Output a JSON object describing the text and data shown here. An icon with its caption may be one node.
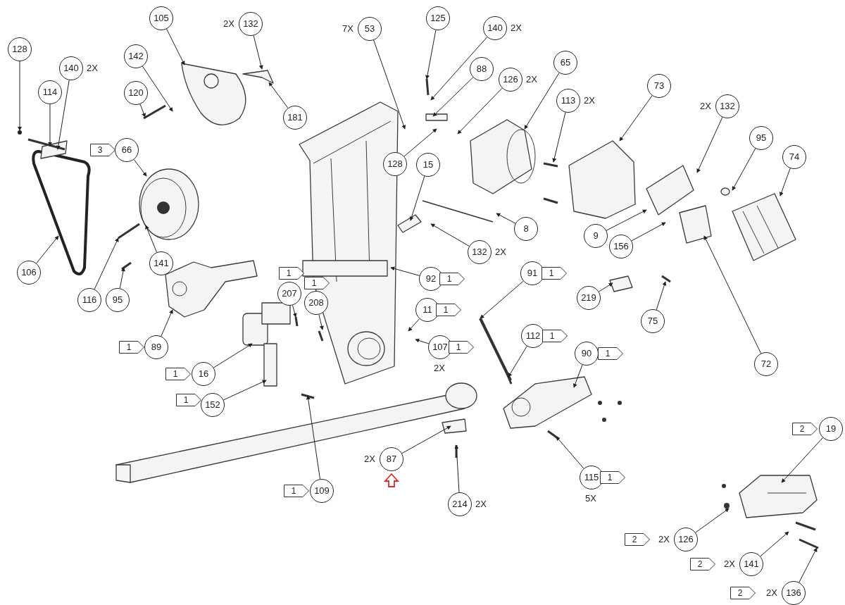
{
  "diagram": {
    "nodes": [
      {
        "text": [
          "128"
        ]
      },
      {
        "text": [
          "140"
        ],
        "beside": [
          "2X"
        ]
      },
      {
        "text": [
          "114"
        ]
      },
      {
        "text": [
          "105"
        ]
      },
      {
        "text": [
          "142"
        ]
      },
      {
        "text": [
          "120"
        ]
      },
      {
        "text": [
          "132"
        ],
        "beside": [
          "2X"
        ]
      },
      {
        "text": [
          "181"
        ]
      },
      {
        "text": [
          "66"
        ]
      },
      {
        "text": [
          "106"
        ]
      },
      {
        "text": [
          "116"
        ]
      },
      {
        "text": [
          "95"
        ]
      },
      {
        "text": [
          "141"
        ]
      },
      {
        "text": [
          "53"
        ],
        "beside": [
          "7X"
        ]
      },
      {
        "text": [
          "128"
        ]
      },
      {
        "text": [
          "125"
        ]
      },
      {
        "text": [
          "140"
        ],
        "beside": [
          "2X"
        ]
      },
      {
        "text": [
          "88"
        ]
      },
      {
        "text": [
          "126"
        ],
        "beside": [
          "2X"
        ]
      },
      {
        "text": [
          "65"
        ]
      },
      {
        "text": [
          "113"
        ],
        "beside": [
          "2X"
        ]
      },
      {
        "text": [
          "73"
        ]
      },
      {
        "text": [
          "132"
        ],
        "beside": [
          "2X"
        ]
      },
      {
        "text": [
          "95"
        ]
      },
      {
        "text": [
          "74"
        ]
      },
      {
        "text": [
          "15"
        ]
      },
      {
        "text": [
          "8"
        ]
      },
      {
        "text": [
          "132"
        ],
        "beside": [
          "2X"
        ]
      },
      {
        "text": [
          "9"
        ]
      },
      {
        "text": [
          "156"
        ]
      },
      {
        "text": [
          "92"
        ]
      },
      {
        "text": [
          "91"
        ]
      },
      {
        "text": [
          "219"
        ]
      },
      {
        "text": [
          "75"
        ]
      },
      {
        "text": [
          "72"
        ]
      },
      {
        "text": [
          "207"
        ]
      },
      {
        "text": [
          "208"
        ]
      },
      {
        "text": [
          "11"
        ]
      },
      {
        "text": [
          "107"
        ],
        "beside": [
          "2X"
        ]
      },
      {
        "text": [
          "112"
        ]
      },
      {
        "text": [
          "90"
        ]
      },
      {
        "text": [
          "89"
        ]
      },
      {
        "text": [
          "16"
        ]
      },
      {
        "text": [
          "152"
        ]
      },
      {
        "text": [
          "109"
        ]
      },
      {
        "text": [
          "87"
        ],
        "beside": [
          "2X"
        ]
      },
      {
        "text": [
          "214"
        ],
        "beside": [
          "2X"
        ]
      },
      {
        "text": [
          "115"
        ],
        "beside": [
          "5X"
        ]
      },
      {
        "text": [
          "19"
        ]
      },
      {
        "text": [
          "126"
        ],
        "beside": [
          "2X"
        ]
      },
      {
        "text": [
          "141"
        ],
        "beside": [
          "2X"
        ]
      },
      {
        "text": [
          "136"
        ],
        "beside": [
          "2X"
        ]
      },
      {
        "text": [
          "3"
        ]
      },
      {
        "text": [
          "1"
        ]
      },
      {
        "text": [
          "1"
        ]
      },
      {
        "text": [
          "1"
        ]
      },
      {
        "text": [
          "1"
        ]
      },
      {
        "text": [
          "1"
        ]
      },
      {
        "text": [
          "1"
        ]
      },
      {
        "text": [
          "1"
        ]
      },
      {
        "text": [
          "1"
        ]
      },
      {
        "text": [
          "1"
        ]
      },
      {
        "text": [
          "1"
        ]
      },
      {
        "text": [
          "1"
        ]
      },
      {
        "text": [
          "1"
        ]
      },
      {
        "text": [
          "1"
        ]
      },
      {
        "text": [
          "2"
        ]
      },
      {
        "text": [
          "2"
        ]
      },
      {
        "text": [
          "2"
        ]
      },
      {
        "text": [
          "2"
        ]
      }
    ],
    "edges": [
      {
        "from": 0,
        "to": null,
        "arrow": "to"
      },
      {
        "from": 1,
        "to": null,
        "arrow": "to"
      },
      {
        "from": 2,
        "to": null,
        "arrow": "to"
      },
      {
        "from": 3,
        "to": null,
        "arrow": "to"
      },
      {
        "from": 4,
        "to": null,
        "arrow": "to"
      },
      {
        "from": 5,
        "to": null,
        "arrow": "to"
      },
      {
        "from": 6,
        "to": null,
        "arrow": "to"
      },
      {
        "from": 7,
        "to": null,
        "arrow": "to"
      },
      {
        "from": 8,
        "to": null,
        "arrow": "to"
      },
      {
        "from": 9,
        "to": null,
        "arrow": "to"
      },
      {
        "from": 10,
        "to": null,
        "arrow": "to"
      },
      {
        "from": 11,
        "to": null,
        "arrow": "to"
      },
      {
        "from": 12,
        "to": null,
        "arrow": "to"
      },
      {
        "from": 13,
        "to": null,
        "arrow": "to"
      },
      {
        "from": 14,
        "to": null,
        "arrow": "to"
      },
      {
        "from": 15,
        "to": null,
        "arrow": "to"
      },
      {
        "from": 16,
        "to": null,
        "arrow": "to"
      },
      {
        "from": 17,
        "to": null,
        "arrow": "to"
      },
      {
        "from": 18,
        "to": null,
        "arrow": "to"
      },
      {
        "from": 19,
        "to": null,
        "arrow": "to"
      },
      {
        "from": 20,
        "to": null,
        "arrow": "to"
      },
      {
        "from": 21,
        "to": null,
        "arrow": "to"
      },
      {
        "from": 22,
        "to": null,
        "arrow": "to"
      },
      {
        "from": 23,
        "to": null,
        "arrow": "to"
      },
      {
        "from": 24,
        "to": null,
        "arrow": "to"
      },
      {
        "from": 25,
        "to": null,
        "arrow": "to"
      },
      {
        "from": 26,
        "to": null,
        "arrow": "to"
      },
      {
        "from": 27,
        "to": null,
        "arrow": "to"
      },
      {
        "from": 28,
        "to": null,
        "arrow": "to"
      },
      {
        "from": 29,
        "to": null,
        "arrow": "to"
      },
      {
        "from": 30,
        "to": null,
        "arrow": "to"
      },
      {
        "from": 31,
        "to": null,
        "arrow": "to"
      },
      {
        "from": 32,
        "to": null,
        "arrow": "to"
      },
      {
        "from": 33,
        "to": null,
        "arrow": "to"
      },
      {
        "from": 34,
        "to": null,
        "arrow": "to"
      },
      {
        "from": 35,
        "to": null,
        "arrow": "to"
      },
      {
        "from": 36,
        "to": null,
        "arrow": "to"
      },
      {
        "from": 37,
        "to": null,
        "arrow": "to"
      },
      {
        "from": 38,
        "to": null,
        "arrow": "to"
      },
      {
        "from": 39,
        "to": null,
        "arrow": "to"
      },
      {
        "from": 40,
        "to": null,
        "arrow": "to"
      },
      {
        "from": 41,
        "to": null,
        "arrow": "to"
      },
      {
        "from": 42,
        "to": null,
        "arrow": "to"
      },
      {
        "from": 43,
        "to": null,
        "arrow": "to"
      },
      {
        "from": 44,
        "to": null,
        "arrow": "to"
      },
      {
        "from": 45,
        "to": null,
        "arrow": "to"
      },
      {
        "from": 46,
        "to": null,
        "arrow": "to"
      },
      {
        "from": 47,
        "to": null,
        "arrow": "to"
      },
      {
        "from": 48,
        "to": null,
        "arrow": "to"
      },
      {
        "from": 49,
        "to": null,
        "arrow": "to"
      },
      {
        "from": 50,
        "to": null,
        "arrow": "to"
      },
      {
        "from": 51,
        "to": null,
        "arrow": "to"
      }
    ]
  }
}
